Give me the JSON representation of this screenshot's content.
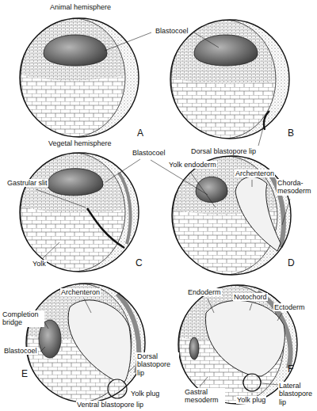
{
  "diagram": {
    "labels": [
      "Animal hemisphere",
      "Blastocoel",
      "A",
      "Vegetal hemisphere",
      "Dorsal blastopore lip",
      "B",
      "Gastrular slit",
      "Blastocoel",
      "Yolk endoderm",
      "Archenteron",
      "Chorda- mesoderm",
      "Yolk",
      "C",
      "D",
      "Archenteron",
      "Completion bridge",
      "Blastocoel",
      "E",
      "Dorsal blastopore lip",
      "Yolk plug",
      "Ventral blastopore lip",
      "Endoderm",
      "Notochord",
      "Ectoderm",
      "F",
      "Gastral mesoderm",
      "Yolk plug",
      "Lateral blastopore lip"
    ]
  }
}
